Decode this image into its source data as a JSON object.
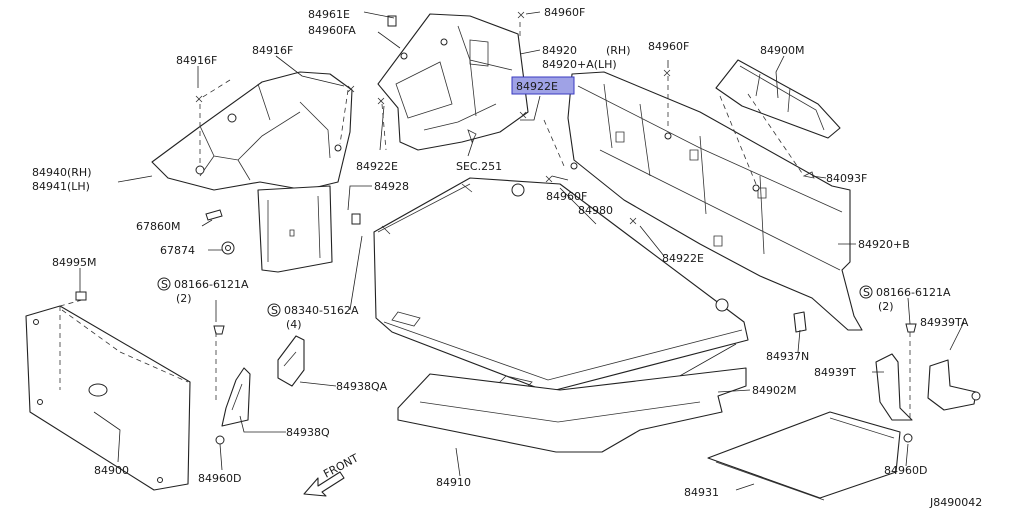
{
  "colors": {
    "highlight_fill": "#9fa2e6",
    "highlight_stroke": "#3a3ac0",
    "ink": "#222222"
  },
  "diagram_id": "J8490042",
  "front_label": "FRONT",
  "labels": {
    "l84961E": "84961E",
    "l84960FA": "84960FA",
    "l84960F_top": "84960F",
    "l84920": "84920",
    "l84920RH": "(RH)",
    "l84920A": "84920+A(LH)",
    "l84960F_mid": "84960F",
    "l84900M": "84900M",
    "l84916F_left": "84916F",
    "l84916F_mid": "84916F",
    "l84922E_hl": "84922E",
    "l84940": "84940(RH)",
    "l84941": "84941(LH)",
    "l84922E_a": "84922E",
    "lSEC251": "SEC.251",
    "l84928": "84928",
    "l84960F_b": "84960F",
    "l84980": "84980",
    "l84093F": "84093F",
    "l67860M": "67860M",
    "l67874": "67874",
    "l84920B": "84920+B",
    "l84922E_b": "84922E",
    "l84995M": "84995M",
    "l08166_left": "08166-6121A",
    "l08166_left_q": "(2)",
    "l08340": "08340-5162A",
    "l08340_q": "(4)",
    "l08166_right": "08166-6121A",
    "l08166_right_q": "(2)",
    "l84939TA": "84939TA",
    "l84937N": "84937N",
    "l84938QA": "84938QA",
    "l84939T": "84939T",
    "l84902M": "84902M",
    "l84938Q": "84938Q",
    "l84900": "84900",
    "l84960D_left": "84960D",
    "l84960D_right": "84960D",
    "l84910": "84910",
    "l84931": "84931"
  }
}
